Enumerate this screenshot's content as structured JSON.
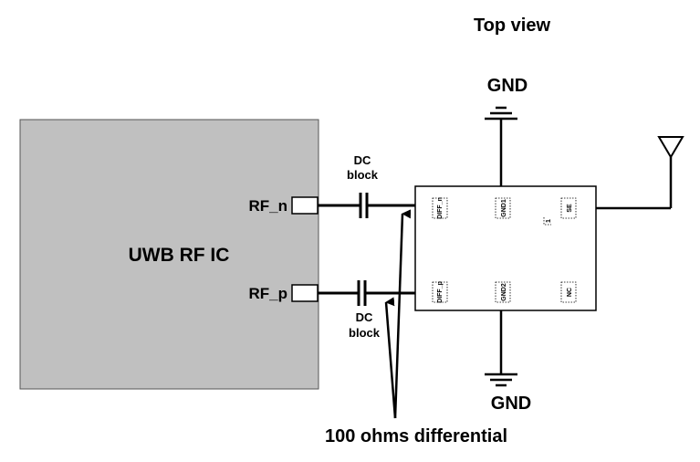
{
  "title": "Top view",
  "gnd_top": "GND",
  "gnd_bottom": "GND",
  "ic_label": "UWB RF IC",
  "rf_n": "RF_n",
  "rf_p": "RF_p",
  "dc_block_top": {
    "line1": "DC",
    "line2": "block"
  },
  "dc_block_bottom": {
    "line1": "DC",
    "line2": "block"
  },
  "differential_label": "100 ohms differential",
  "balun_pins": {
    "diff_n": "DIFF_n",
    "gnd1": "GND1",
    "se": "SE",
    "diff_p": "DIFF_p",
    "gnd2": "GND2",
    "nc": "NC",
    "corner_mark": "1"
  },
  "colors": {
    "ic_fill": "#c0c0c0",
    "line": "#000000",
    "background": "#ffffff"
  }
}
